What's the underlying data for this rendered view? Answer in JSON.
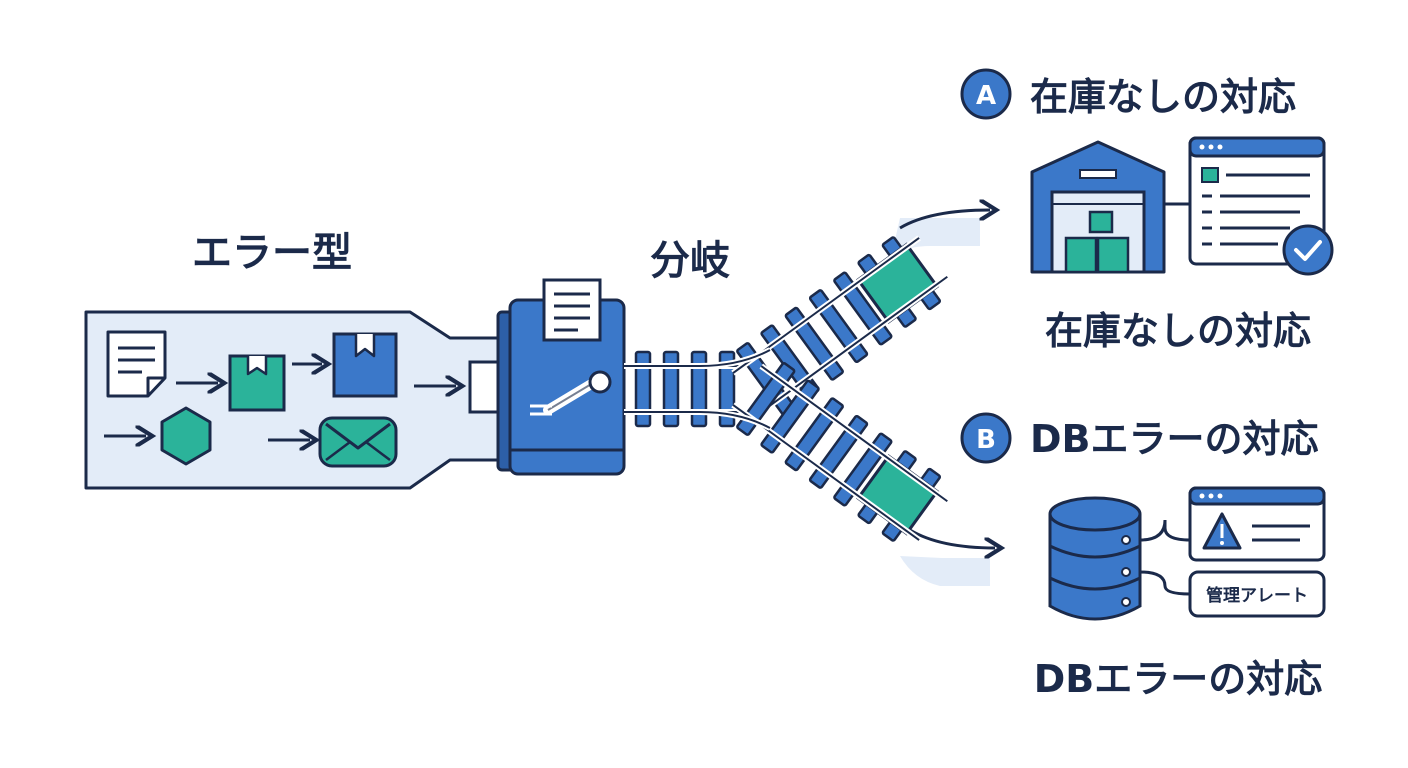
{
  "labels": {
    "error_type": "エラー型",
    "branch": "分岐"
  },
  "routes": [
    {
      "badge": "A",
      "heading": "在庫なしの対応",
      "caption": "在庫なしの対応"
    },
    {
      "badge": "B",
      "heading": "DBエラーの対応",
      "caption": "DBエラーの対応"
    }
  ],
  "db_panel": {
    "alert_button": "管理アレート"
  },
  "icons": [
    "document-icon",
    "box-icon",
    "hexagon-icon",
    "envelope-icon",
    "router-machine-icon",
    "paper-icon",
    "switch-lever-icon",
    "warehouse-icon",
    "checklist-window-icon",
    "check-circle-icon",
    "database-icon",
    "warning-window-icon",
    "warning-icon"
  ],
  "colors": {
    "navy": "#1b2a4a",
    "blue": "#3b78c9",
    "teal": "#2bb39a",
    "light": "#e3ecf8"
  }
}
